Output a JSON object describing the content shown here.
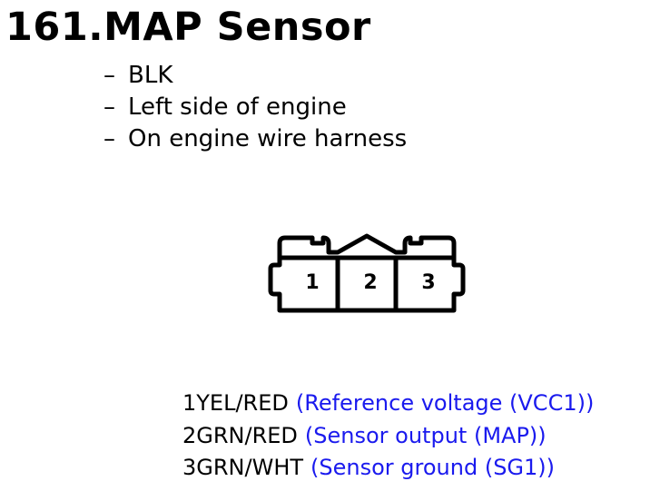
{
  "page": {
    "title": "161.MAP Sensor"
  },
  "notes": [
    {
      "dash": "–",
      "text": "BLK"
    },
    {
      "dash": "–",
      "text": "Left side of engine"
    },
    {
      "dash": "–",
      "text": "On engine wire harness"
    }
  ],
  "connector": {
    "pins": [
      "1",
      "2",
      "3"
    ]
  },
  "pinout": [
    {
      "wire": "1YEL/RED",
      "desc": "(Reference voltage (VCC1))"
    },
    {
      "wire": "2GRN/RED",
      "desc": "(Sensor output (MAP))"
    },
    {
      "wire": "3GRN/WHT",
      "desc": "(Sensor ground (SG1))"
    }
  ],
  "colors": {
    "text": "#000000",
    "description": "#1a1aee",
    "connector_outline": "#000000"
  }
}
